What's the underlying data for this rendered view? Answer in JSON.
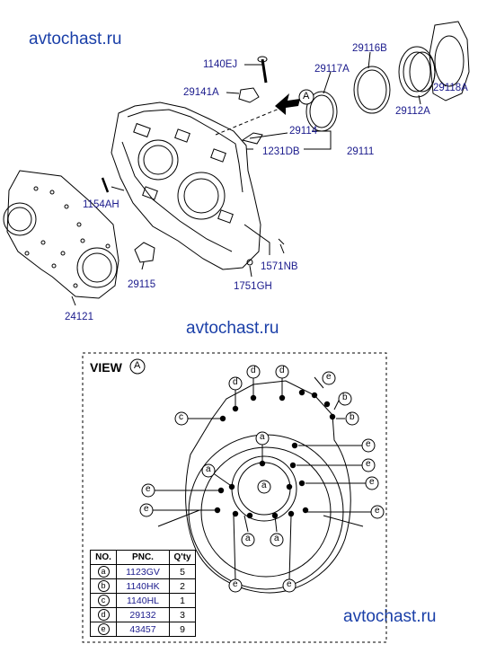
{
  "watermarks": [
    "avtochast.ru",
    "avtochast.ru",
    "avtochast.ru"
  ],
  "part_labels": {
    "p1140EJ": "1140EJ",
    "p29141A": "29141A",
    "p29117A": "29117A",
    "p29116B": "29116B",
    "p29118A": "29118A",
    "p29112A": "29112A",
    "p29114": "29114",
    "p1231DB": "1231DB",
    "p29111": "29111",
    "p1154AH": "1154AH",
    "p1571NB": "1571NB",
    "p29115": "29115",
    "p1751GH": "1751GH",
    "p24121": "24121"
  },
  "view_arrow_letter": "A",
  "view": {
    "title": "VIEW",
    "letter": "A"
  },
  "callouts": [
    "a",
    "b",
    "c",
    "d",
    "e"
  ],
  "legend": {
    "headers": [
      "NO.",
      "PNC.",
      "Q'ty"
    ],
    "rows": [
      {
        "sym": "a",
        "pnc": "1123GV",
        "qty": "5"
      },
      {
        "sym": "b",
        "pnc": "1140HK",
        "qty": "2"
      },
      {
        "sym": "c",
        "pnc": "1140HL",
        "qty": "1"
      },
      {
        "sym": "d",
        "pnc": "29132",
        "qty": "3"
      },
      {
        "sym": "e",
        "pnc": "43457",
        "qty": "9"
      }
    ]
  }
}
